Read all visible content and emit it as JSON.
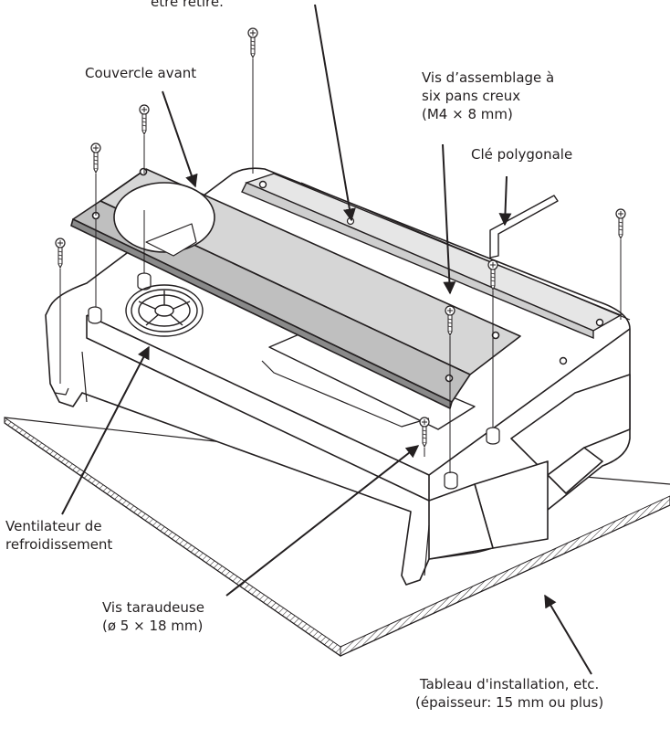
{
  "labels": {
    "top_partial": "être retiré.",
    "front_cover": "Couvercle avant",
    "hex_screw": [
      "Vis d’assemblage à",
      "six pans creux",
      "(M4 × 8 mm)"
    ],
    "hex_key": "Clé polygonale",
    "cooling_fan": [
      "Ventilateur de",
      "refroidissement"
    ],
    "tapping_screw": [
      "Vis taraudeuse",
      "(ø 5 × 18 mm)"
    ],
    "panel": [
      "Tableau d'installation, etc.",
      "(épaisseur: 15 mm ou plus)"
    ]
  },
  "colors": {
    "ink": "#231f20",
    "cover_fill": "#d6d6d6",
    "plate_fill": "#e6e6e6",
    "body_fill": "#ffffff"
  }
}
